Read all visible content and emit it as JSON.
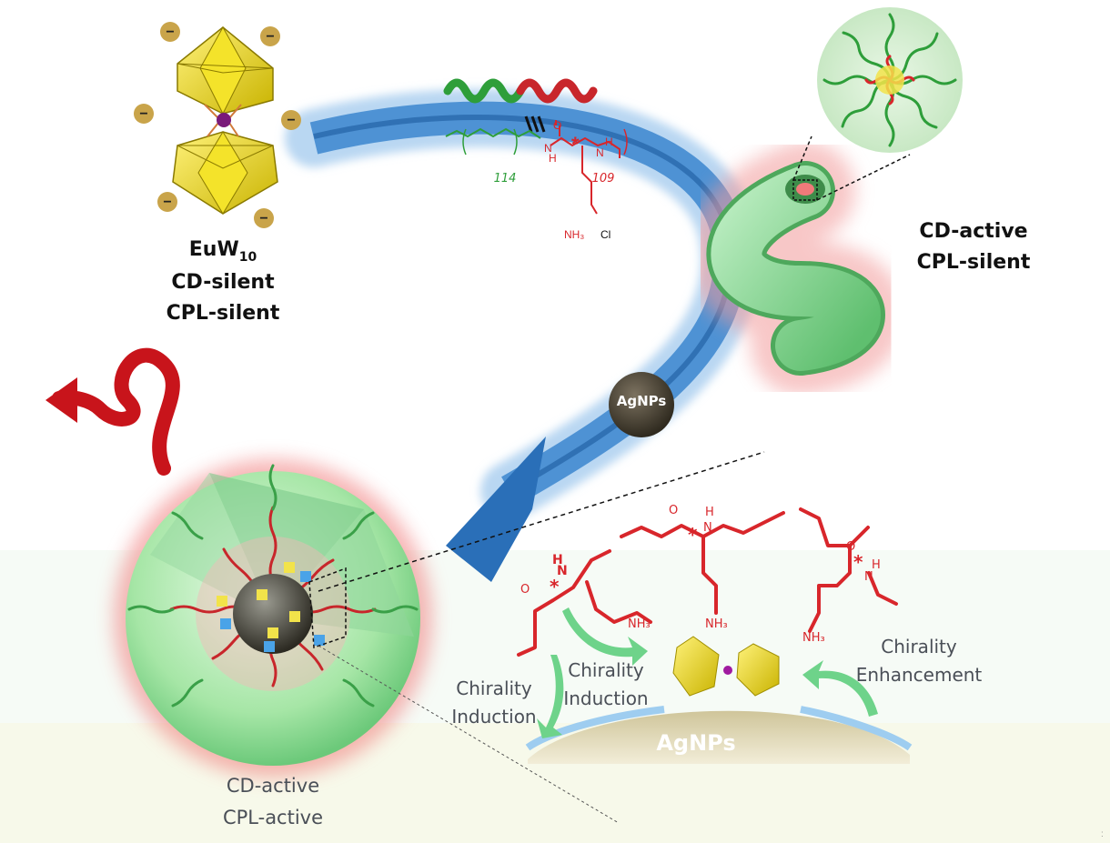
{
  "eu_label": {
    "name": "EuW",
    "subscript": "10",
    "line2": "CD-silent",
    "line3": "CPL-silent"
  },
  "polymer_label": {
    "line1": "CD-active",
    "line2": "CPL-silent"
  },
  "final_label": {
    "line1": "CD-active",
    "line2": "CPL-active"
  },
  "agnps_bead": "AgNPs",
  "agnps_surface": "AgNPs",
  "chirality_labels": [
    {
      "line1": "Chirality",
      "line2": "Induction"
    },
    {
      "line1": "Chirality",
      "line2": "Induction"
    },
    {
      "line1": "Chirality",
      "line2": "Enhancement"
    }
  ],
  "chem": {
    "peg_repeat": "114",
    "pll_repeat": "109",
    "ammonium": "NH₃",
    "chloride": "Cl",
    "amide_h": "H",
    "amide_n": "N",
    "carbonyl_o": "O",
    "stereo": "*"
  },
  "charge_symbol": "−",
  "colors": {
    "peg_green": "#2e9e3a",
    "pll_red": "#d8262b",
    "arrow_blue": "#2a6fb8",
    "helix_green": "#8fd39a",
    "glow_red": "#f07a7a",
    "gold": "#e6d21a",
    "agnp_dark": "#4a4232"
  }
}
